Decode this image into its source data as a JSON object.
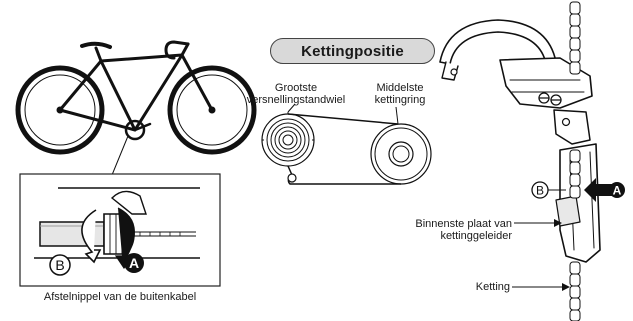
{
  "title": "Kettingpositie",
  "labels": {
    "largest_sprocket": "Grootste versnellingstandwiel",
    "middle_chainring": "Middelste kettingring",
    "adjuster": "Afstelnippel van de buitenkabel",
    "inner_plate": "Binnenste plaat van kettinggeleider",
    "chain": "Ketting"
  },
  "markers": {
    "a": "A",
    "b": "B"
  }
}
